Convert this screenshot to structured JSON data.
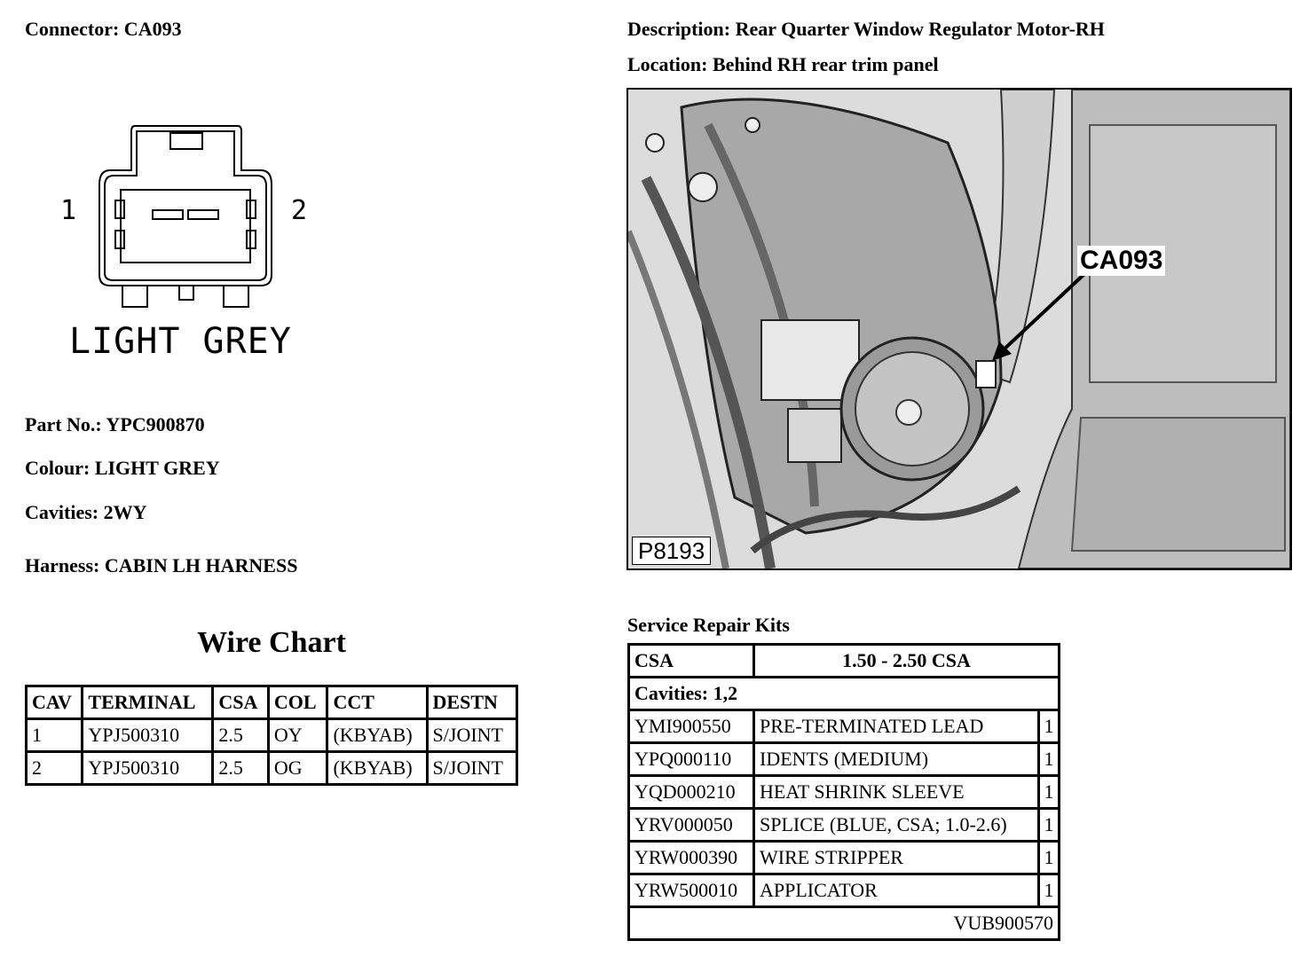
{
  "connector": {
    "label": "Connector: CA093"
  },
  "description": {
    "label": "Description: Rear Quarter Window Regulator Motor-RH"
  },
  "location": {
    "label": "Location: Behind RH rear trim panel"
  },
  "pinout": {
    "pin1": "1",
    "pin2": "2",
    "colour_caption": "LIGHT GREY"
  },
  "details": {
    "part_no": "Part No.: YPC900870",
    "colour": "Colour: LIGHT GREY",
    "cavities": "Cavities: 2WY",
    "harness": "Harness: CABIN LH HARNESS"
  },
  "photo": {
    "callout": "CA093",
    "ref": "P8193"
  },
  "wire_chart": {
    "title": "Wire Chart",
    "headers": [
      "CAV",
      "TERMINAL",
      "CSA",
      "COL",
      "CCT",
      "DESTN"
    ],
    "rows": [
      [
        "1",
        "YPJ500310",
        "2.5",
        "OY",
        "(KBYAB)",
        "S/JOINT"
      ],
      [
        "2",
        "YPJ500310",
        "2.5",
        "OG",
        "(KBYAB)",
        "S/JOINT"
      ]
    ]
  },
  "service_kits": {
    "title": "Service Repair Kits",
    "csa_label": "CSA",
    "csa_value": "1.50 - 2.50 CSA",
    "cavities": "Cavities: 1,2",
    "items": [
      {
        "code": "YMI900550",
        "desc": "PRE-TERMINATED LEAD",
        "qty": "1"
      },
      {
        "code": "YPQ000110",
        "desc": "IDENTS (MEDIUM)",
        "qty": "1"
      },
      {
        "code": "YQD000210",
        "desc": "HEAT SHRINK SLEEVE",
        "qty": "1"
      },
      {
        "code": "YRV000050",
        "desc": "SPLICE (BLUE, CSA; 1.0-2.6)",
        "qty": "1"
      },
      {
        "code": "YRW000390",
        "desc": "WIRE STRIPPER",
        "qty": "1"
      },
      {
        "code": "YRW500010",
        "desc": "APPLICATOR",
        "qty": "1"
      }
    ],
    "kit_code": "VUB900570"
  }
}
